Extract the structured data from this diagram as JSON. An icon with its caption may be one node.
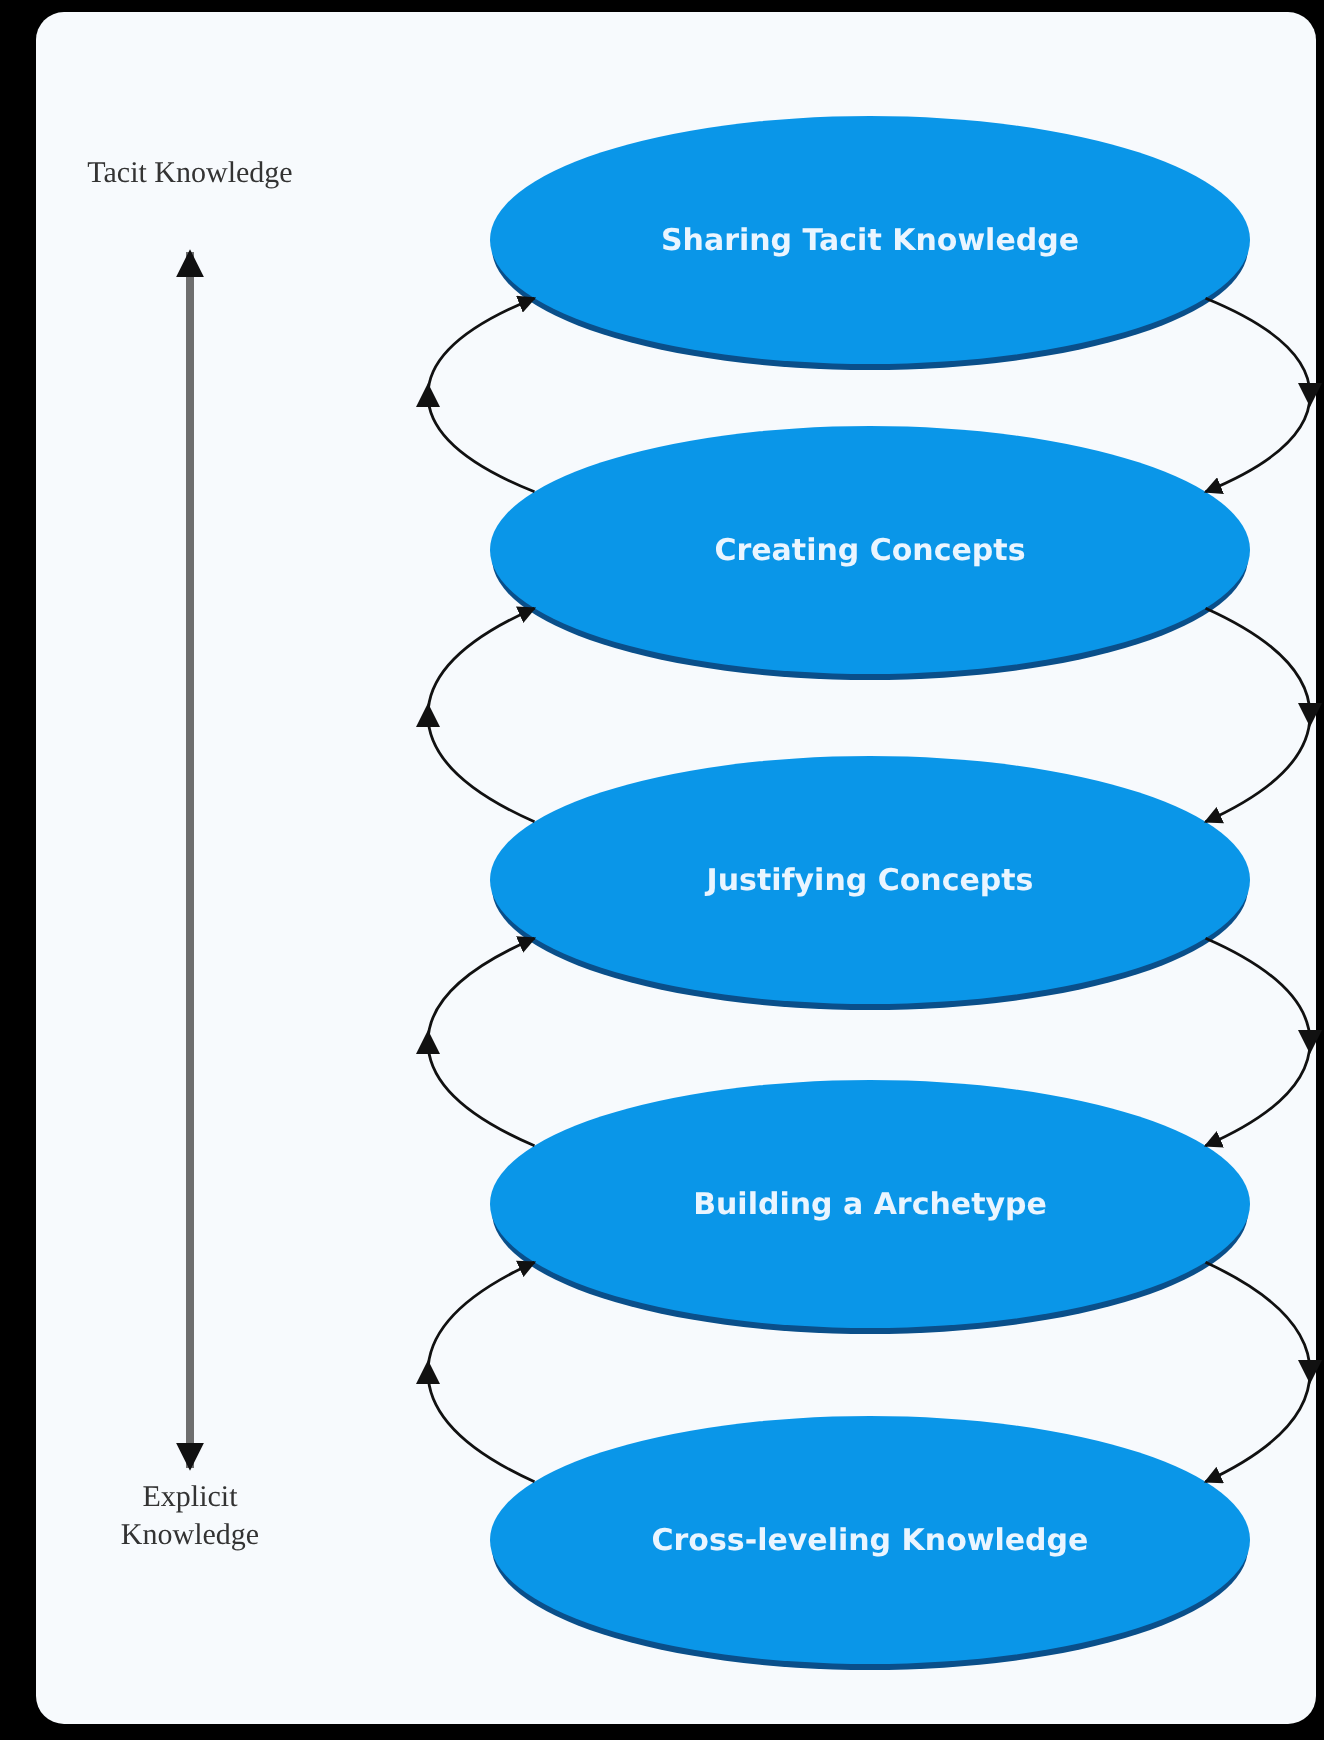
{
  "diagram": {
    "nodes": [
      {
        "text": [
          "Tacit Knowledge"
        ]
      },
      {
        "text": [
          "Explicit Knowledge"
        ]
      },
      {
        "text": [
          "Sharing Tacit Knowledge"
        ]
      },
      {
        "text": [
          "Creating Concepts"
        ]
      },
      {
        "text": [
          "Justifying Concepts"
        ]
      },
      {
        "text": [
          "Building a Archetype"
        ]
      },
      {
        "text": [
          "Cross-leveling Knowledge"
        ]
      }
    ],
    "edges": [
      {
        "from": 0,
        "to": 1,
        "arrow": "both",
        "style": "thick",
        "color": "#6e6e6e"
      },
      {
        "from": 2,
        "to": 3,
        "arrow": "to"
      },
      {
        "from": 3,
        "to": 4,
        "arrow": "to"
      },
      {
        "from": 4,
        "to": 5,
        "arrow": "to"
      },
      {
        "from": 5,
        "to": 6,
        "arrow": "to"
      },
      {
        "from": 3,
        "to": 2,
        "arrow": "to"
      },
      {
        "from": 4,
        "to": 3,
        "arrow": "to"
      },
      {
        "from": 5,
        "to": 4,
        "arrow": "to"
      },
      {
        "from": 6,
        "to": 5,
        "arrow": "to"
      }
    ]
  }
}
